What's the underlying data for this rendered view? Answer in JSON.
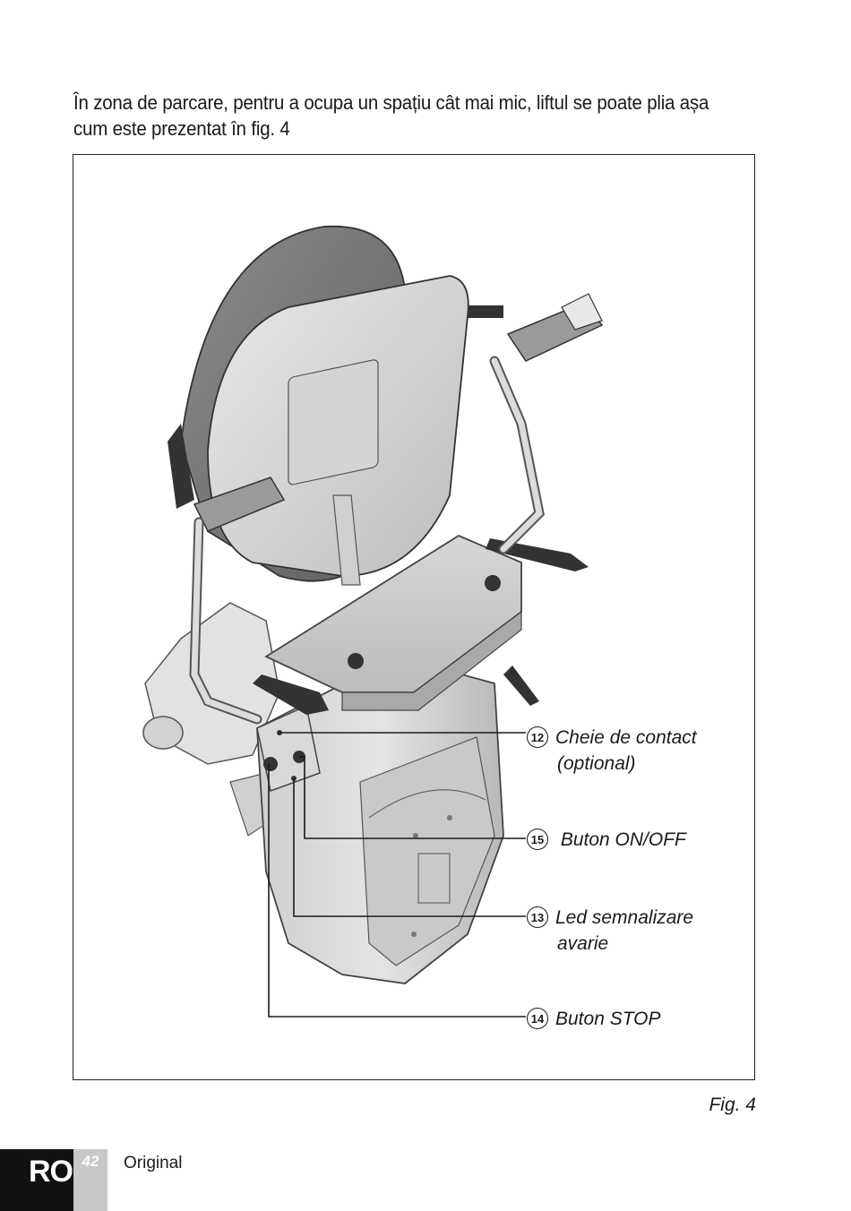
{
  "intro_text": "În zona de parcare, pentru a ocupa un spațiu cât mai mic, liftul se poate plia așa cum este prezentat în fig. 4",
  "callouts": [
    {
      "number": "12",
      "line1": "Cheie de contact",
      "line2": "(optional)"
    },
    {
      "number": "15",
      "line1": "Buton ON/OFF",
      "line2": ""
    },
    {
      "number": "13",
      "line1": "Led semnalizare",
      "line2": "avarie"
    },
    {
      "number": "14",
      "line1": "Buton STOP",
      "line2": ""
    }
  ],
  "figure_caption": "Fig. 4",
  "footer": {
    "language": "RO",
    "page_number": "42",
    "label": "Original"
  }
}
